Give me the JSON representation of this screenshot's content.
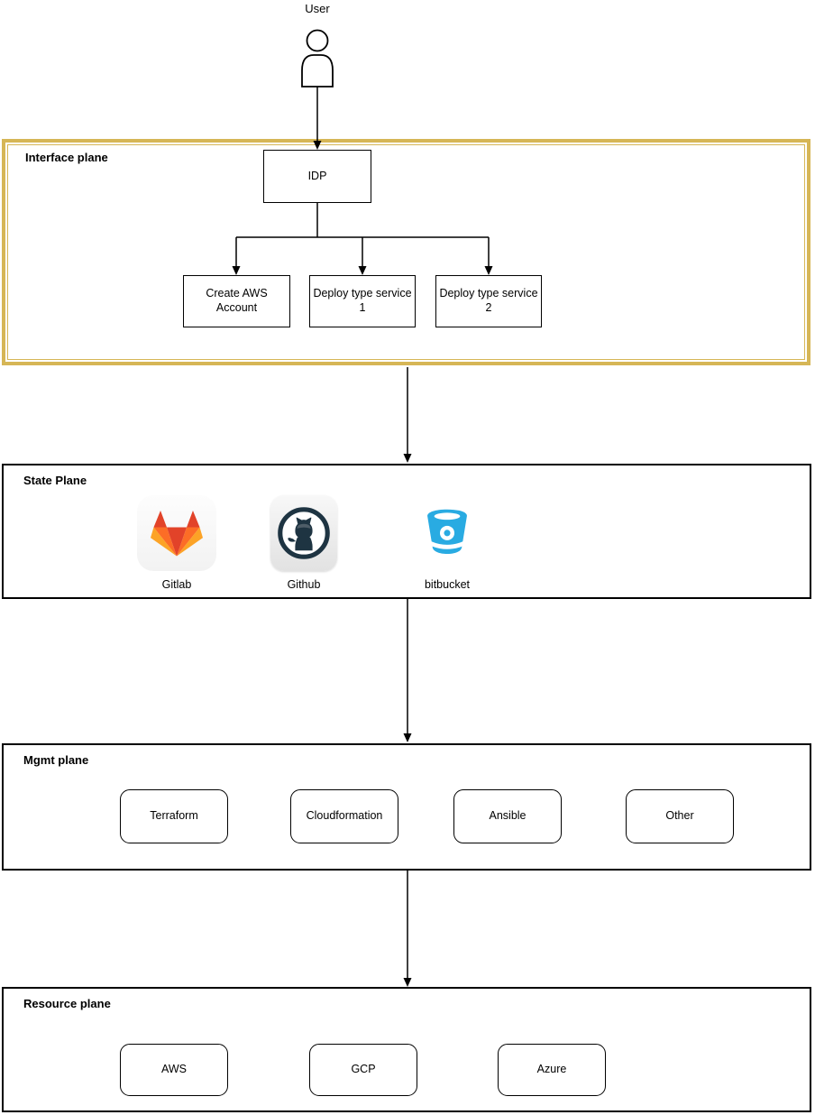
{
  "user": {
    "label": "User"
  },
  "interface_plane": {
    "label": "Interface plane",
    "border_color": "#D6B656",
    "idp_label": "IDP",
    "children": [
      "Create AWS Account",
      "Deploy type service 1",
      "Deploy type service 2"
    ]
  },
  "state_plane": {
    "label": "State Plane",
    "tools": [
      {
        "name": "Gitlab",
        "icon": "gitlab-icon",
        "colors": [
          "#E24329",
          "#FC6D26",
          "#FCA326"
        ]
      },
      {
        "name": "Github",
        "icon": "github-icon",
        "colors": [
          "#1E3442"
        ]
      },
      {
        "name": "bitbucket",
        "icon": "bitbucket-icon",
        "colors": [
          "#29ABE2"
        ]
      }
    ]
  },
  "mgmt_plane": {
    "label": "Mgmt plane",
    "tools": [
      "Terraform",
      "Cloudformation",
      "Ansible",
      "Other"
    ]
  },
  "resource_plane": {
    "label": "Resource plane",
    "providers": [
      "AWS",
      "GCP",
      "Azure"
    ]
  }
}
